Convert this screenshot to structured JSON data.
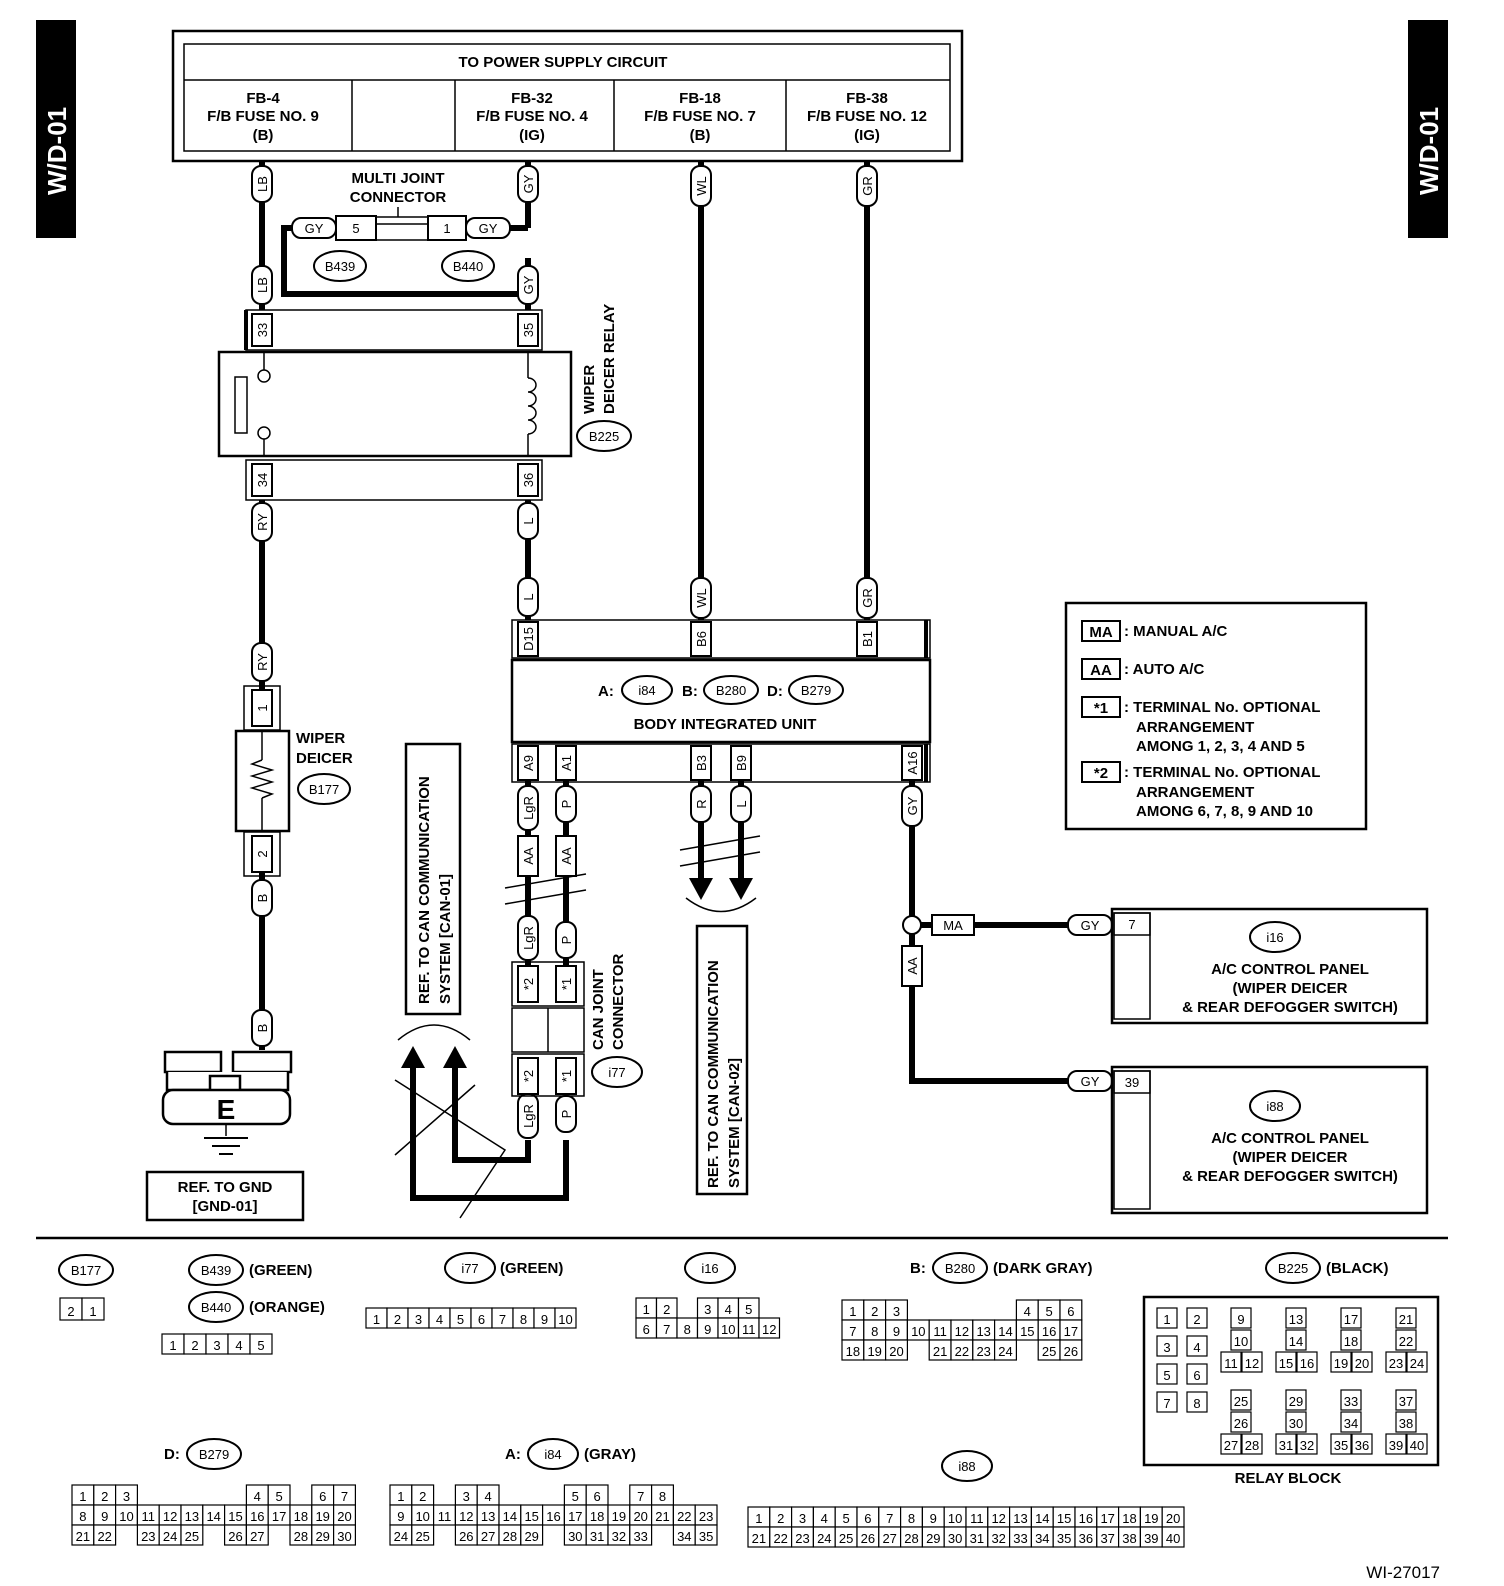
{
  "page": {
    "id_left": "W/D-01",
    "id_right": "W/D-01",
    "figure_no": "WI-27017"
  },
  "power": {
    "title": "TO POWER SUPPLY CIRCUIT",
    "fuses": [
      {
        "id": "FB-4",
        "name": "F/B FUSE NO. 9",
        "type": "(B)"
      },
      {
        "id": "FB-32",
        "name": "F/B FUSE NO. 4",
        "type": "(IG)"
      },
      {
        "id": "FB-18",
        "name": "F/B FUSE NO. 7",
        "type": "(B)"
      },
      {
        "id": "FB-38",
        "name": "F/B FUSE NO. 12",
        "type": "(IG)"
      }
    ]
  },
  "multi_joint": {
    "line1": "MULTI JOINT",
    "line2": "CONNECTOR",
    "pin_a": "5",
    "pin_b": "1",
    "conn_a": "B439",
    "conn_b": "B440"
  },
  "relay": {
    "line1": "WIPER",
    "line2": "DEICER RELAY",
    "conn": "B225",
    "pins": [
      "33",
      "35",
      "34",
      "36"
    ]
  },
  "deicer": {
    "line1": "WIPER",
    "line2": "DEICER",
    "conn": "B177",
    "pins": [
      "1",
      "2"
    ]
  },
  "ground": {
    "letter": "E",
    "ref1": "REF. TO GND",
    "ref2": "[GND-01]"
  },
  "biu": {
    "prefix_a": "A:",
    "conn_a": "i84",
    "prefix_b": "B:",
    "conn_b": "B280",
    "prefix_d": "D:",
    "conn_d": "B279",
    "name": "BODY INTEGRATED UNIT",
    "top_pins": [
      "D15",
      "B6",
      "B1"
    ],
    "bottom_pins": [
      "A9",
      "A1",
      "B3",
      "B9",
      "A16"
    ]
  },
  "wires": {
    "LB": "LB",
    "GY": "GY",
    "WL": "WL",
    "GR": "GR",
    "RY": "RY",
    "L": "L",
    "B": "B",
    "LgR": "LgR",
    "P": "P",
    "R": "R",
    "AA": "AA",
    "MA": "MA"
  },
  "can_joint": {
    "line1": "CAN JOINT",
    "line2": "CONNECTOR",
    "conn": "i77",
    "pin_a": "*2",
    "pin_b": "*1"
  },
  "can_ref1": {
    "line1": "REF. TO CAN COMMUNICATION",
    "line2": "SYSTEM [CAN-01]"
  },
  "can_ref2": {
    "line1": "REF. TO CAN COMMUNICATION",
    "line2": "SYSTEM [CAN-02]"
  },
  "legend": [
    {
      "code": "MA",
      "lines": [
        ": MANUAL A/C"
      ]
    },
    {
      "code": "AA",
      "lines": [
        ": AUTO A/C"
      ]
    },
    {
      "code": "*1",
      "lines": [
        ": TERMINAL No. OPTIONAL",
        "ARRANGEMENT",
        "AMONG 1, 2, 3, 4 AND 5"
      ]
    },
    {
      "code": "*2",
      "lines": [
        ": TERMINAL No. OPTIONAL",
        "ARRANGEMENT",
        "AMONG 6, 7, 8, 9 AND 10"
      ]
    }
  ],
  "panels": [
    {
      "conn": "i16",
      "pin": "7",
      "line1": "A/C CONTROL PANEL",
      "line2": "(WIPER DEICER",
      "line3": "& REAR DEFOGGER SWITCH)"
    },
    {
      "conn": "i88",
      "pin": "39",
      "line1": "A/C CONTROL PANEL",
      "line2": "(WIPER DEICER",
      "line3": "& REAR DEFOGGER SWITCH)"
    }
  ],
  "connectors": {
    "B177": {
      "name": "B177",
      "color": "",
      "cells": [
        "2",
        "1"
      ]
    },
    "B439": {
      "name": "B439",
      "color": "(GREEN)"
    },
    "B440": {
      "name": "B440",
      "color": "(ORANGE)",
      "cells": [
        "1",
        "2",
        "3",
        "4",
        "5"
      ]
    },
    "i77": {
      "name": "i77",
      "color": "(GREEN)",
      "cells": [
        "1",
        "2",
        "3",
        "4",
        "5",
        "6",
        "7",
        "8",
        "9",
        "10"
      ]
    },
    "i16": {
      "name": "i16",
      "color": "",
      "rows": [
        [
          "1",
          "2",
          "",
          "3",
          "4",
          "5"
        ],
        [
          "6",
          "7",
          "8",
          "9",
          "10",
          "11",
          "12"
        ]
      ]
    },
    "B280": {
      "prefix": "B:",
      "name": "B280",
      "color": "(DARK GRAY)",
      "rows": [
        [
          "1",
          "2",
          "3",
          "",
          "",
          "",
          "",
          "",
          "4",
          "5",
          "6"
        ],
        [
          "7",
          "8",
          "9",
          "10",
          "11",
          "12",
          "13",
          "14",
          "15",
          "16",
          "17"
        ],
        [
          "18",
          "19",
          "20",
          "",
          "21",
          "22",
          "23",
          "24",
          "",
          "25",
          "26"
        ]
      ]
    },
    "B225": {
      "name": "B225",
      "color": "(BLACK)",
      "caption": "RELAY BLOCK"
    },
    "B279": {
      "prefix": "D:",
      "name": "B279",
      "color": "",
      "rows": [
        [
          "1",
          "2",
          "3",
          "",
          "",
          "",
          "",
          "",
          "4",
          "5",
          "",
          "6",
          "7"
        ],
        [
          "8",
          "9",
          "10",
          "11",
          "12",
          "13",
          "14",
          "15",
          "16",
          "17",
          "18",
          "19",
          "20"
        ],
        [
          "21",
          "22",
          "",
          "23",
          "24",
          "25",
          "",
          "26",
          "27",
          "",
          "28",
          "29",
          "30"
        ]
      ]
    },
    "i84": {
      "prefix": "A:",
      "name": "i84",
      "color": "(GRAY)",
      "rows": [
        [
          "1",
          "2",
          "",
          "3",
          "4",
          "",
          "",
          "",
          "5",
          "6",
          "",
          "7",
          "8"
        ],
        [
          "9",
          "10",
          "11",
          "12",
          "13",
          "14",
          "15",
          "16",
          "17",
          "18",
          "19",
          "20",
          "21",
          "22",
          "23"
        ],
        [
          "24",
          "25",
          "",
          "26",
          "27",
          "28",
          "29",
          "",
          "30",
          "31",
          "32",
          "33",
          "",
          "34",
          "35"
        ]
      ]
    },
    "i88": {
      "name": "i88",
      "color": "",
      "rows": [
        [
          "1",
          "2",
          "3",
          "4",
          "5",
          "6",
          "7",
          "8",
          "9",
          "10",
          "11",
          "12",
          "13",
          "14",
          "15",
          "16",
          "17",
          "18",
          "19",
          "20"
        ],
        [
          "21",
          "22",
          "23",
          "24",
          "25",
          "26",
          "27",
          "28",
          "29",
          "30",
          "31",
          "32",
          "33",
          "34",
          "35",
          "36",
          "37",
          "38",
          "39",
          "40"
        ]
      ]
    }
  }
}
